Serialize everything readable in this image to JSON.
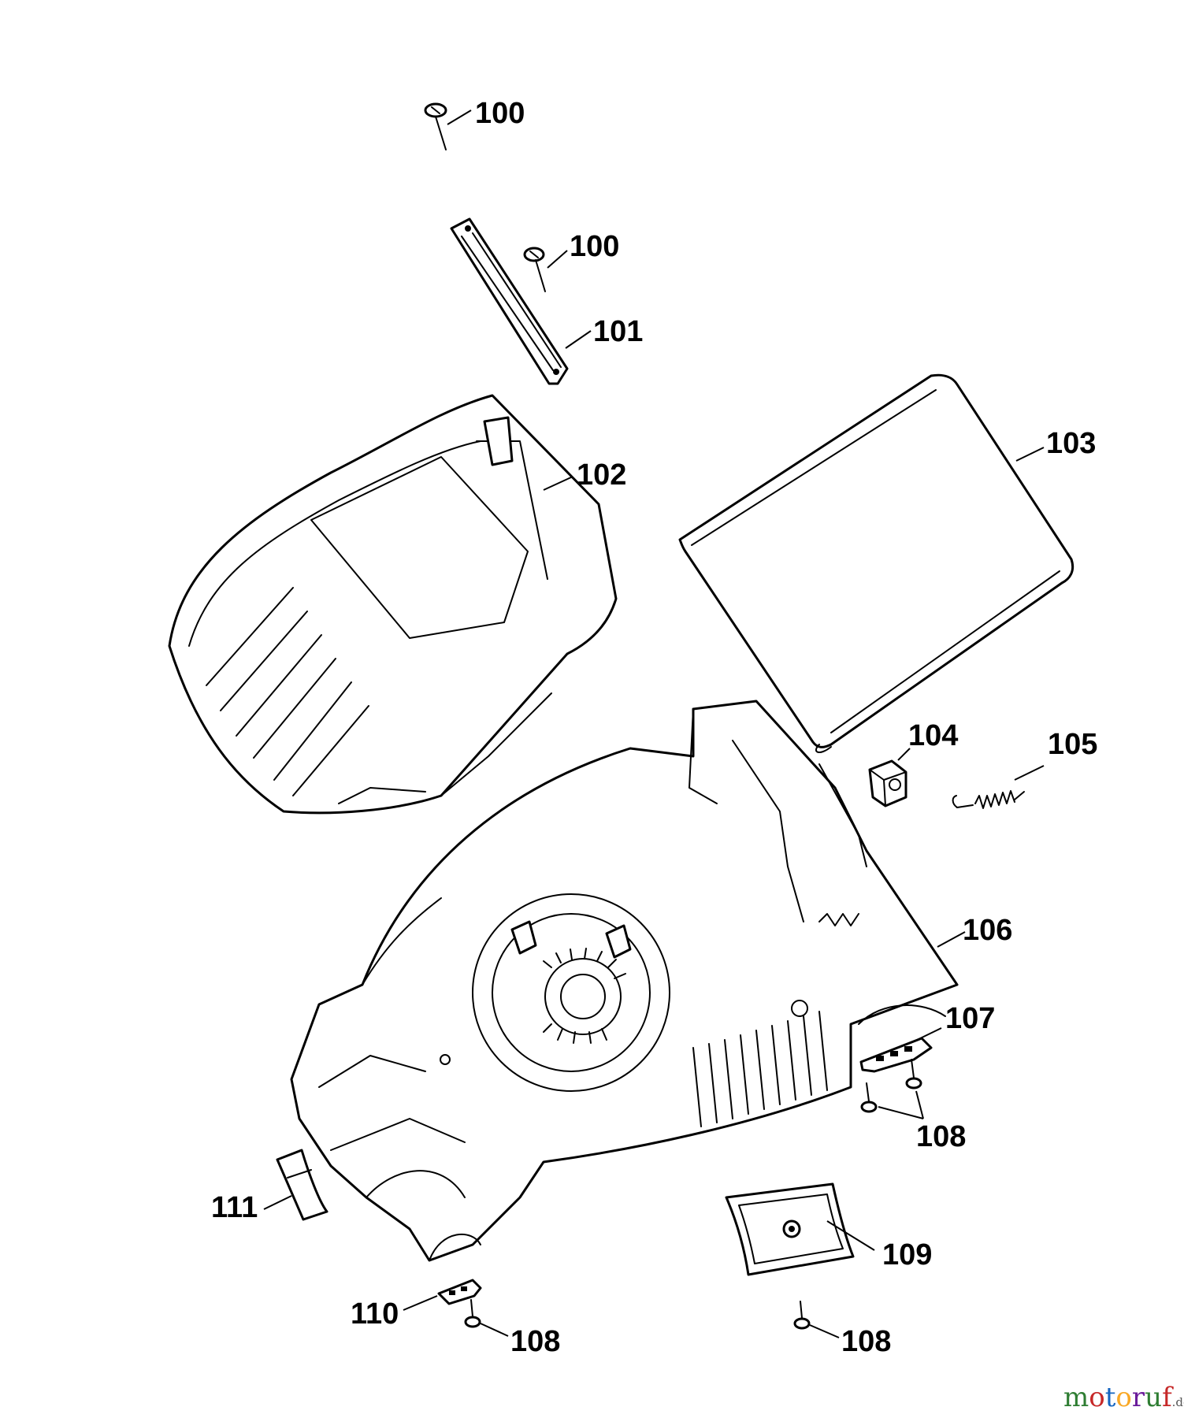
{
  "labels": {
    "p100a": "100",
    "p100b": "100",
    "p101": "101",
    "p102": "102",
    "p103": "103",
    "p104": "104",
    "p105": "105",
    "p106": "106",
    "p107": "107",
    "p108a": "108",
    "p108b": "108",
    "p108c": "108",
    "p109": "109",
    "p110": "110",
    "p111": "111"
  },
  "watermark": {
    "brand": "motoruf",
    "tld": ".de",
    "colors": {
      "m": "#2e7d32",
      "o1": "#c62828",
      "t": "#1565c0",
      "o2": "#f9a825",
      "r": "#6a1b9a",
      "u": "#2e7d32",
      "f": "#c62828",
      "tld": "#555555"
    }
  }
}
